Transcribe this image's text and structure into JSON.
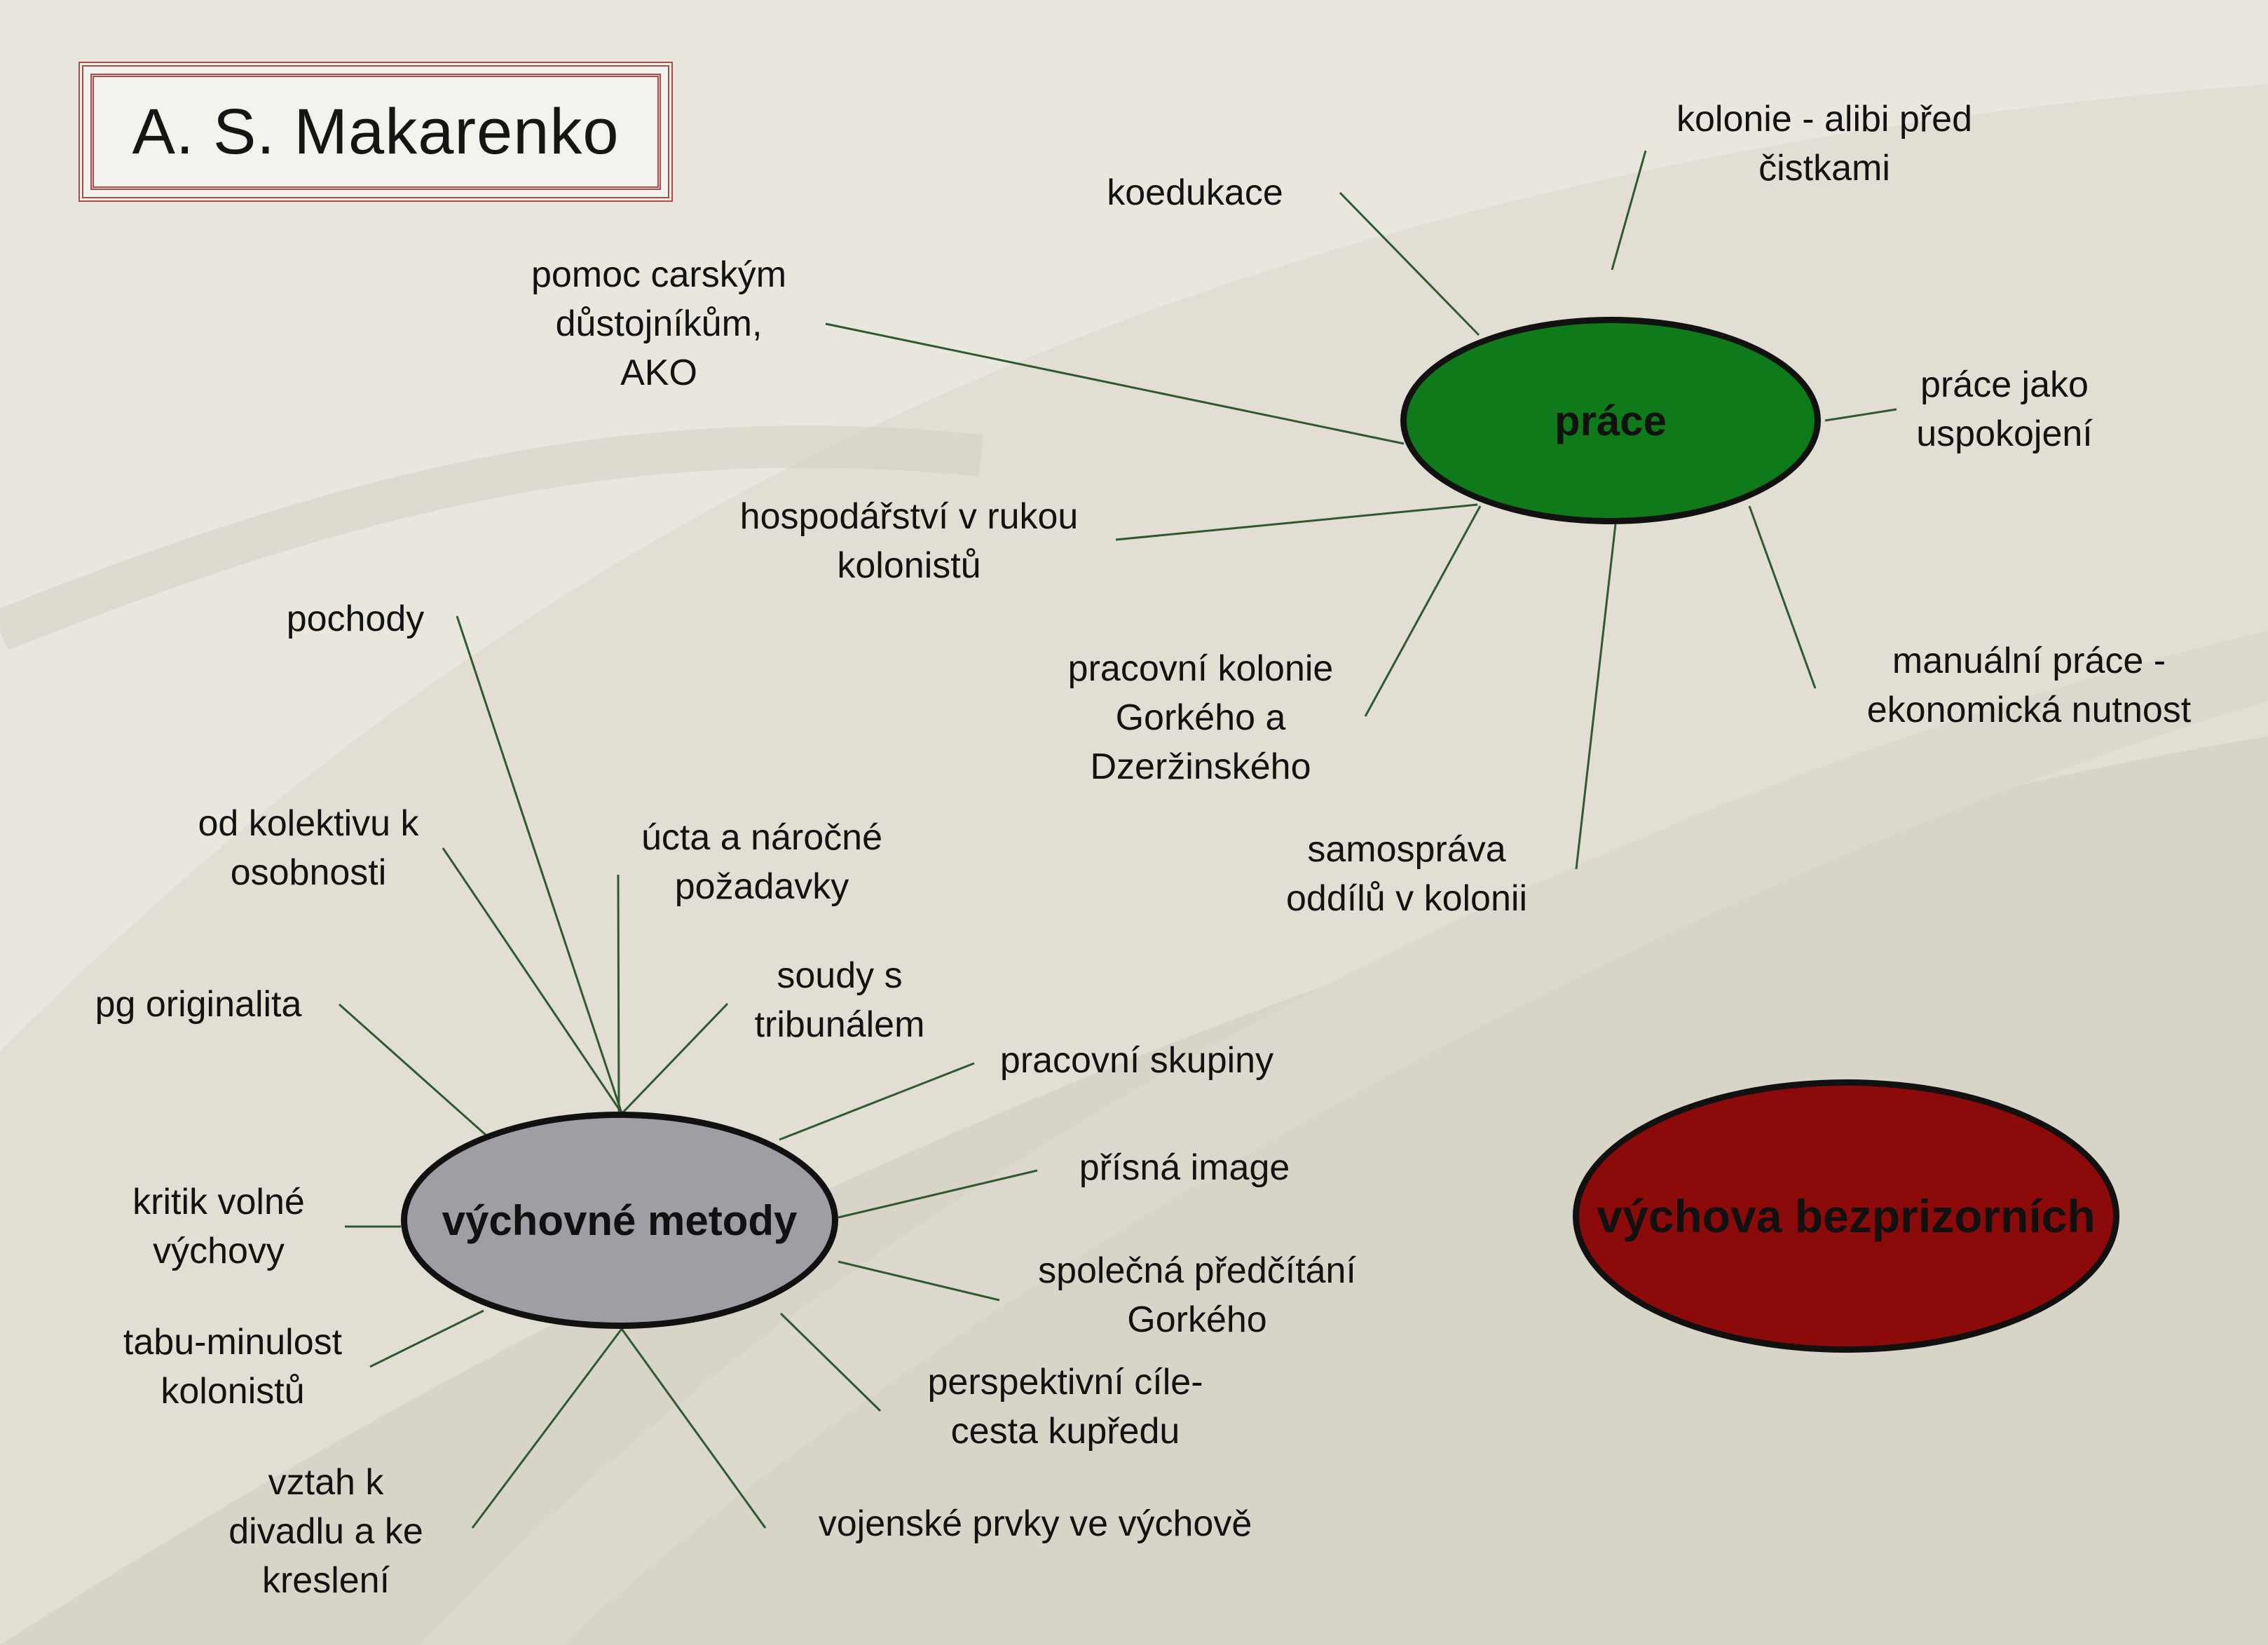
{
  "title": "A. S. Makarenko",
  "colors": {
    "background": "#e2ded3",
    "line": "#2f5a2f",
    "title_border": "#b24a45",
    "prace_fill": "#0e7a1a",
    "metody_fill": "#a19da4",
    "vychova_fill": "#8d0a0a"
  },
  "nodes": {
    "prace": "práce",
    "metody": "výchovné metody",
    "vychova": "výchova bezprizorních"
  },
  "prace_branches": [
    {
      "lines": [
        "koedukace"
      ]
    },
    {
      "lines": [
        "kolonie - alibi před",
        "čistkami"
      ]
    },
    {
      "lines": [
        "pomoc carským",
        "důstojníkům,",
        "AKO"
      ]
    },
    {
      "lines": [
        "práce jako",
        "uspokojení"
      ]
    },
    {
      "lines": [
        "hospodářství v rukou",
        "kolonistů"
      ]
    },
    {
      "lines": [
        "pracovní kolonie",
        "Gorkého a",
        "Dzeržinského"
      ]
    },
    {
      "lines": [
        "manuální práce -",
        "ekonomická nutnost"
      ]
    },
    {
      "lines": [
        "samospráva",
        "oddílů v kolonii"
      ]
    }
  ],
  "metody_branches": [
    {
      "lines": [
        "pochody"
      ]
    },
    {
      "lines": [
        "od kolektivu k",
        "osobnosti"
      ]
    },
    {
      "lines": [
        "úcta a náročné",
        "požadavky"
      ]
    },
    {
      "lines": [
        "soudy s",
        "tribunálem"
      ]
    },
    {
      "lines": [
        "pg originalita"
      ]
    },
    {
      "lines": [
        "pracovní skupiny"
      ]
    },
    {
      "lines": [
        "přísná image"
      ]
    },
    {
      "lines": [
        "kritik volné",
        "výchovy"
      ]
    },
    {
      "lines": [
        "společná předčítání",
        "Gorkého"
      ]
    },
    {
      "lines": [
        "tabu-minulost",
        "kolonistů"
      ]
    },
    {
      "lines": [
        "perspektivní cíle-",
        "cesta kupředu"
      ]
    },
    {
      "lines": [
        "vztah k",
        "divadlu a ke",
        "kreslení"
      ]
    },
    {
      "lines": [
        "vojenské prvky ve výchově"
      ]
    }
  ]
}
